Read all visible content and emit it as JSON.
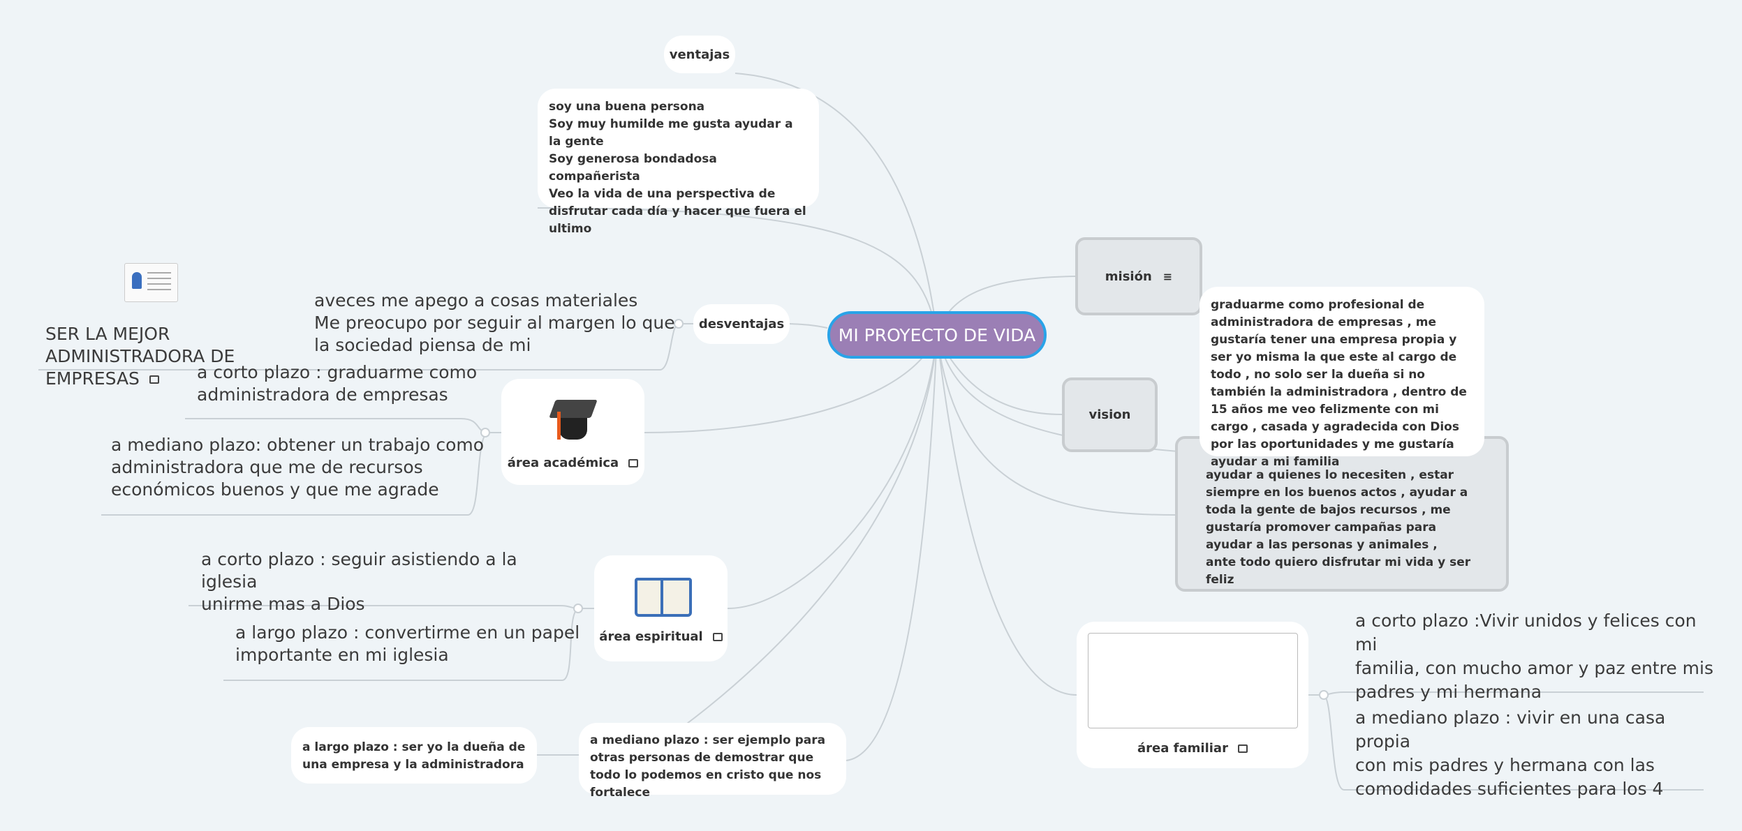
{
  "center": {
    "label": "MI PROYECTO DE VIDA",
    "fill": "#9b7fb5",
    "border": "#29a3e8"
  },
  "ventajas": {
    "label": "ventajas",
    "text": "soy una buena persona\nSoy muy humilde me gusta ayudar a la gente\nSoy generosa bondadosa compañerista\nVeo la vida de una perspectiva de disfrutar cada día y hacer que fuera el ultimo"
  },
  "desventajas": {
    "label": "desventajas",
    "text": "aveces me apego a cosas materiales\nMe preocupo por seguir al margen lo que\nla sociedad piensa de mi"
  },
  "goal": {
    "text": "SER LA MEJOR\nADMINISTRADORA DE\nEMPRESAS",
    "icon": "id-card-icon"
  },
  "academica": {
    "label": "área académica",
    "icon": "graduation-cap-icon",
    "children": [
      "a corto plazo : graduarme como\nadministradora de empresas",
      "a mediano plazo: obtener un trabajo como\nadministradora que me de recursos\neconómicos buenos y que me agrade"
    ]
  },
  "espiritual": {
    "label": "área espiritual",
    "icon": "book-icon",
    "children": [
      "a corto plazo : seguir asistiendo a la iglesia\nunirme mas a Dios",
      "a largo plazo : convertirme en un papel\nimportante en mi iglesia"
    ]
  },
  "mediano": {
    "text": "a mediano plazo : ser ejemplo para otras personas de demostrar que todo lo podemos en cristo que nos fortalece"
  },
  "largo": {
    "text": "a largo plazo : ser yo la dueña de una empresa y la administradora"
  },
  "mision": {
    "label": "misión",
    "text": "graduarme como profesional de administradora de empresas , me gustaría tener una empresa propia y ser yo misma la que este al cargo de todo , no solo ser la dueña si no también la administradora , dentro de 15 años me veo felizmente con mi cargo , casada y agradecida con Dios por las oportunidades y me gustaría ayudar a mi familia"
  },
  "vision": {
    "label": "vision",
    "text": "ayudar a quienes lo necesiten , estar siempre en los buenos actos , ayudar a toda la gente de bajos recursos , me gustaría promover campañas para ayudar a las personas y animales  , ante todo quiero disfrutar mi vida y ser feliz"
  },
  "familiar": {
    "label": "área familiar",
    "children": [
      "a corto plazo :Vivir unidos y felices con mi\nfamilia, con mucho amor y paz entre mis\npadres y mi hermana",
      "a mediano plazo : vivir en una casa propia\ncon mis padres y hermana con las\ncomodidades suficientes para los 4"
    ]
  }
}
